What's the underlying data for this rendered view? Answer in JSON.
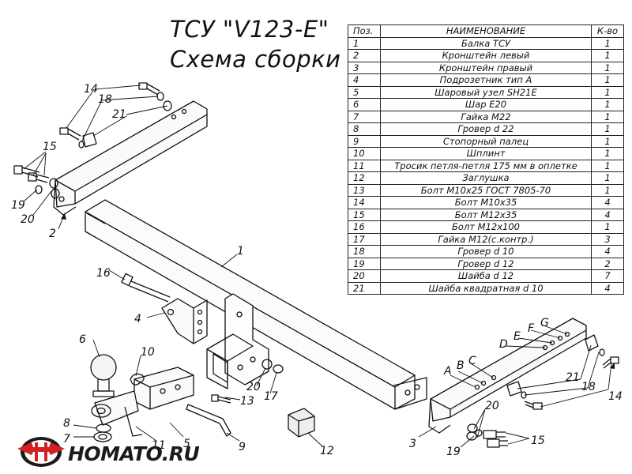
{
  "title": {
    "line1": "ТСУ \"V123-E\"",
    "line2": "Схема сборки"
  },
  "table": {
    "headers": {
      "pos": "Поз.",
      "name": "НАИМЕНОВАНИЕ",
      "qty": "К-во"
    },
    "rows": [
      {
        "pos": "1",
        "name": "Балка ТСУ",
        "qty": "1"
      },
      {
        "pos": "2",
        "name": "Кронштейн левый",
        "qty": "1"
      },
      {
        "pos": "3",
        "name": "Кронштейн правый",
        "qty": "1"
      },
      {
        "pos": "4",
        "name": "Подрозетник тип А",
        "qty": "1"
      },
      {
        "pos": "5",
        "name": "Шаровый узел SH21E",
        "qty": "1"
      },
      {
        "pos": "6",
        "name": "Шар E20",
        "qty": "1"
      },
      {
        "pos": "7",
        "name": "Гайка М22",
        "qty": "1"
      },
      {
        "pos": "8",
        "name": "Гровер d 22",
        "qty": "1"
      },
      {
        "pos": "9",
        "name": "Стопорный палец",
        "qty": "1"
      },
      {
        "pos": "10",
        "name": "Шплинт",
        "qty": "1"
      },
      {
        "pos": "11",
        "name": "Тросик петля-петля 175 мм в оплетке",
        "qty": "1"
      },
      {
        "pos": "12",
        "name": "Заглушка",
        "qty": "1"
      },
      {
        "pos": "13",
        "name": "Болт М10х25 ГОСТ 7805-70",
        "qty": "1"
      },
      {
        "pos": "14",
        "name": "Болт М10х35",
        "qty": "4"
      },
      {
        "pos": "15",
        "name": "Болт М12х35",
        "qty": "4"
      },
      {
        "pos": "16",
        "name": "Болт М12х100",
        "qty": "1"
      },
      {
        "pos": "17",
        "name": "Гайка М12(с.контр.)",
        "qty": "3"
      },
      {
        "pos": "18",
        "name": "Гровер d 10",
        "qty": "4"
      },
      {
        "pos": "19",
        "name": "Гровер d 12",
        "qty": "2"
      },
      {
        "pos": "20",
        "name": "Шайба d 12",
        "qty": "7"
      },
      {
        "pos": "21",
        "name": "Шайба квадратная d 10",
        "qty": "4"
      }
    ]
  },
  "callouts": {
    "c1": "1",
    "c2": "2",
    "c3": "3",
    "c4": "4",
    "c5": "5",
    "c6": "6",
    "c7": "7",
    "c8": "8",
    "c9": "9",
    "c10": "10",
    "c11": "11",
    "c12": "12",
    "c13": "13",
    "c14a": "14",
    "c14b": "14",
    "c15a": "15",
    "c15b": "15",
    "c16": "16",
    "c17": "17",
    "c18a": "18",
    "c18b": "18",
    "c19a": "19",
    "c19b": "19",
    "c20a": "20",
    "c20b": "20",
    "c20c": "20",
    "c21a": "21",
    "c21b": "21",
    "hA": "A",
    "hB": "B",
    "hC": "C",
    "hD": "D",
    "hE": "E",
    "hF": "F",
    "hG": "G"
  },
  "logo": {
    "text": "HOMATO.RU",
    "colors": {
      "red": "#d42020",
      "dark": "#1a1a1a"
    }
  }
}
